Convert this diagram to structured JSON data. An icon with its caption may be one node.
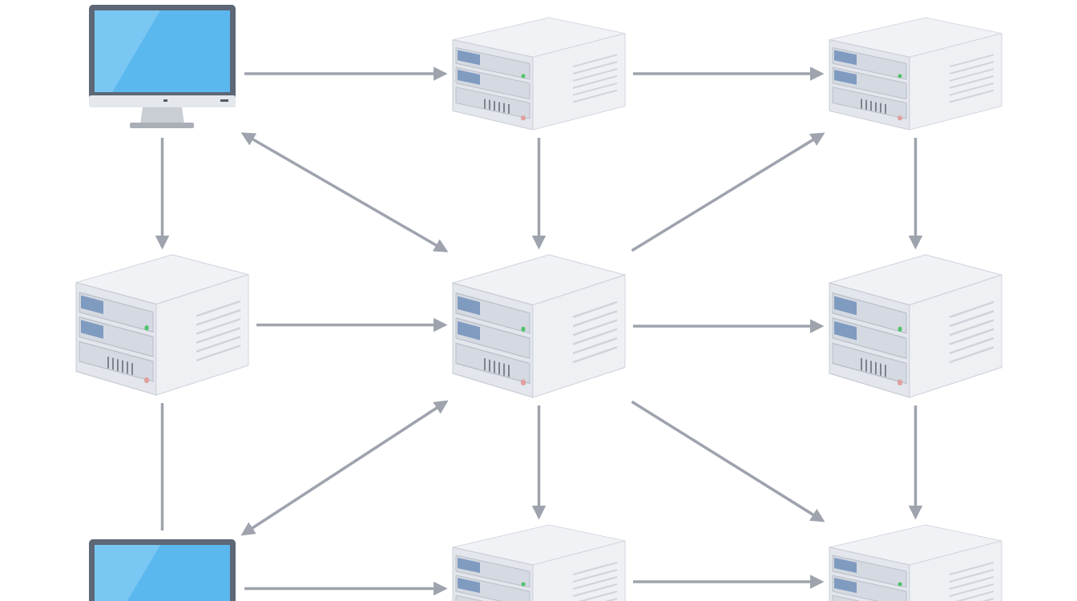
{
  "diagram": {
    "nodes": [
      {
        "text": [],
        "shape": "monitor"
      },
      {
        "text": [],
        "shape": "server"
      },
      {
        "text": [],
        "shape": "server"
      },
      {
        "text": [],
        "shape": "server"
      },
      {
        "text": [],
        "shape": "server"
      },
      {
        "text": [],
        "shape": "server"
      },
      {
        "text": [],
        "shape": "monitor"
      },
      {
        "text": [],
        "shape": "server"
      },
      {
        "text": [],
        "shape": "server"
      }
    ],
    "edges": [
      {
        "from": 0,
        "to": 1,
        "arrow": "to"
      },
      {
        "from": 1,
        "to": 2,
        "arrow": "to"
      },
      {
        "from": 0,
        "to": 3,
        "arrow": "to"
      },
      {
        "from": 0,
        "to": 4,
        "arrow": "both"
      },
      {
        "from": 1,
        "to": 4,
        "arrow": "to"
      },
      {
        "from": 4,
        "to": 2,
        "arrow": "to"
      },
      {
        "from": 2,
        "to": 5,
        "arrow": "to"
      },
      {
        "from": 3,
        "to": 4,
        "arrow": "to"
      },
      {
        "from": 4,
        "to": 5,
        "arrow": "to"
      },
      {
        "from": 3,
        "to": 6,
        "arrow": "none"
      },
      {
        "from": 4,
        "to": 6,
        "arrow": "both"
      },
      {
        "from": 4,
        "to": 7,
        "arrow": "to"
      },
      {
        "from": 4,
        "to": 8,
        "arrow": "to"
      },
      {
        "from": 5,
        "to": 8,
        "arrow": "to"
      },
      {
        "from": 6,
        "to": 7,
        "arrow": "to"
      },
      {
        "from": 7,
        "to": 8,
        "arrow": "to"
      }
    ]
  }
}
